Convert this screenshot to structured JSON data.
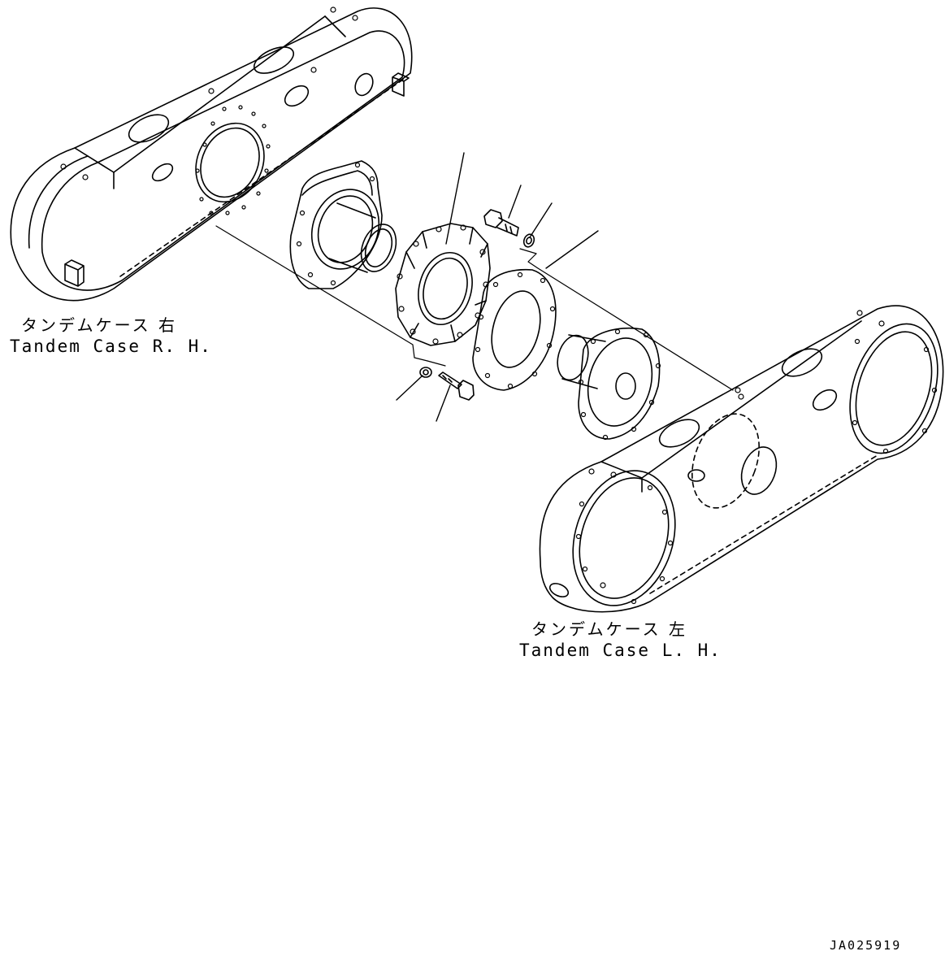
{
  "labels": {
    "rh_jp": "タンデムケース 右",
    "rh_en": "Tandem Case R. H.",
    "lh_jp": "タンデムケース 左",
    "lh_en": "Tandem Case L. H.",
    "drawing_code": "JA025919"
  }
}
